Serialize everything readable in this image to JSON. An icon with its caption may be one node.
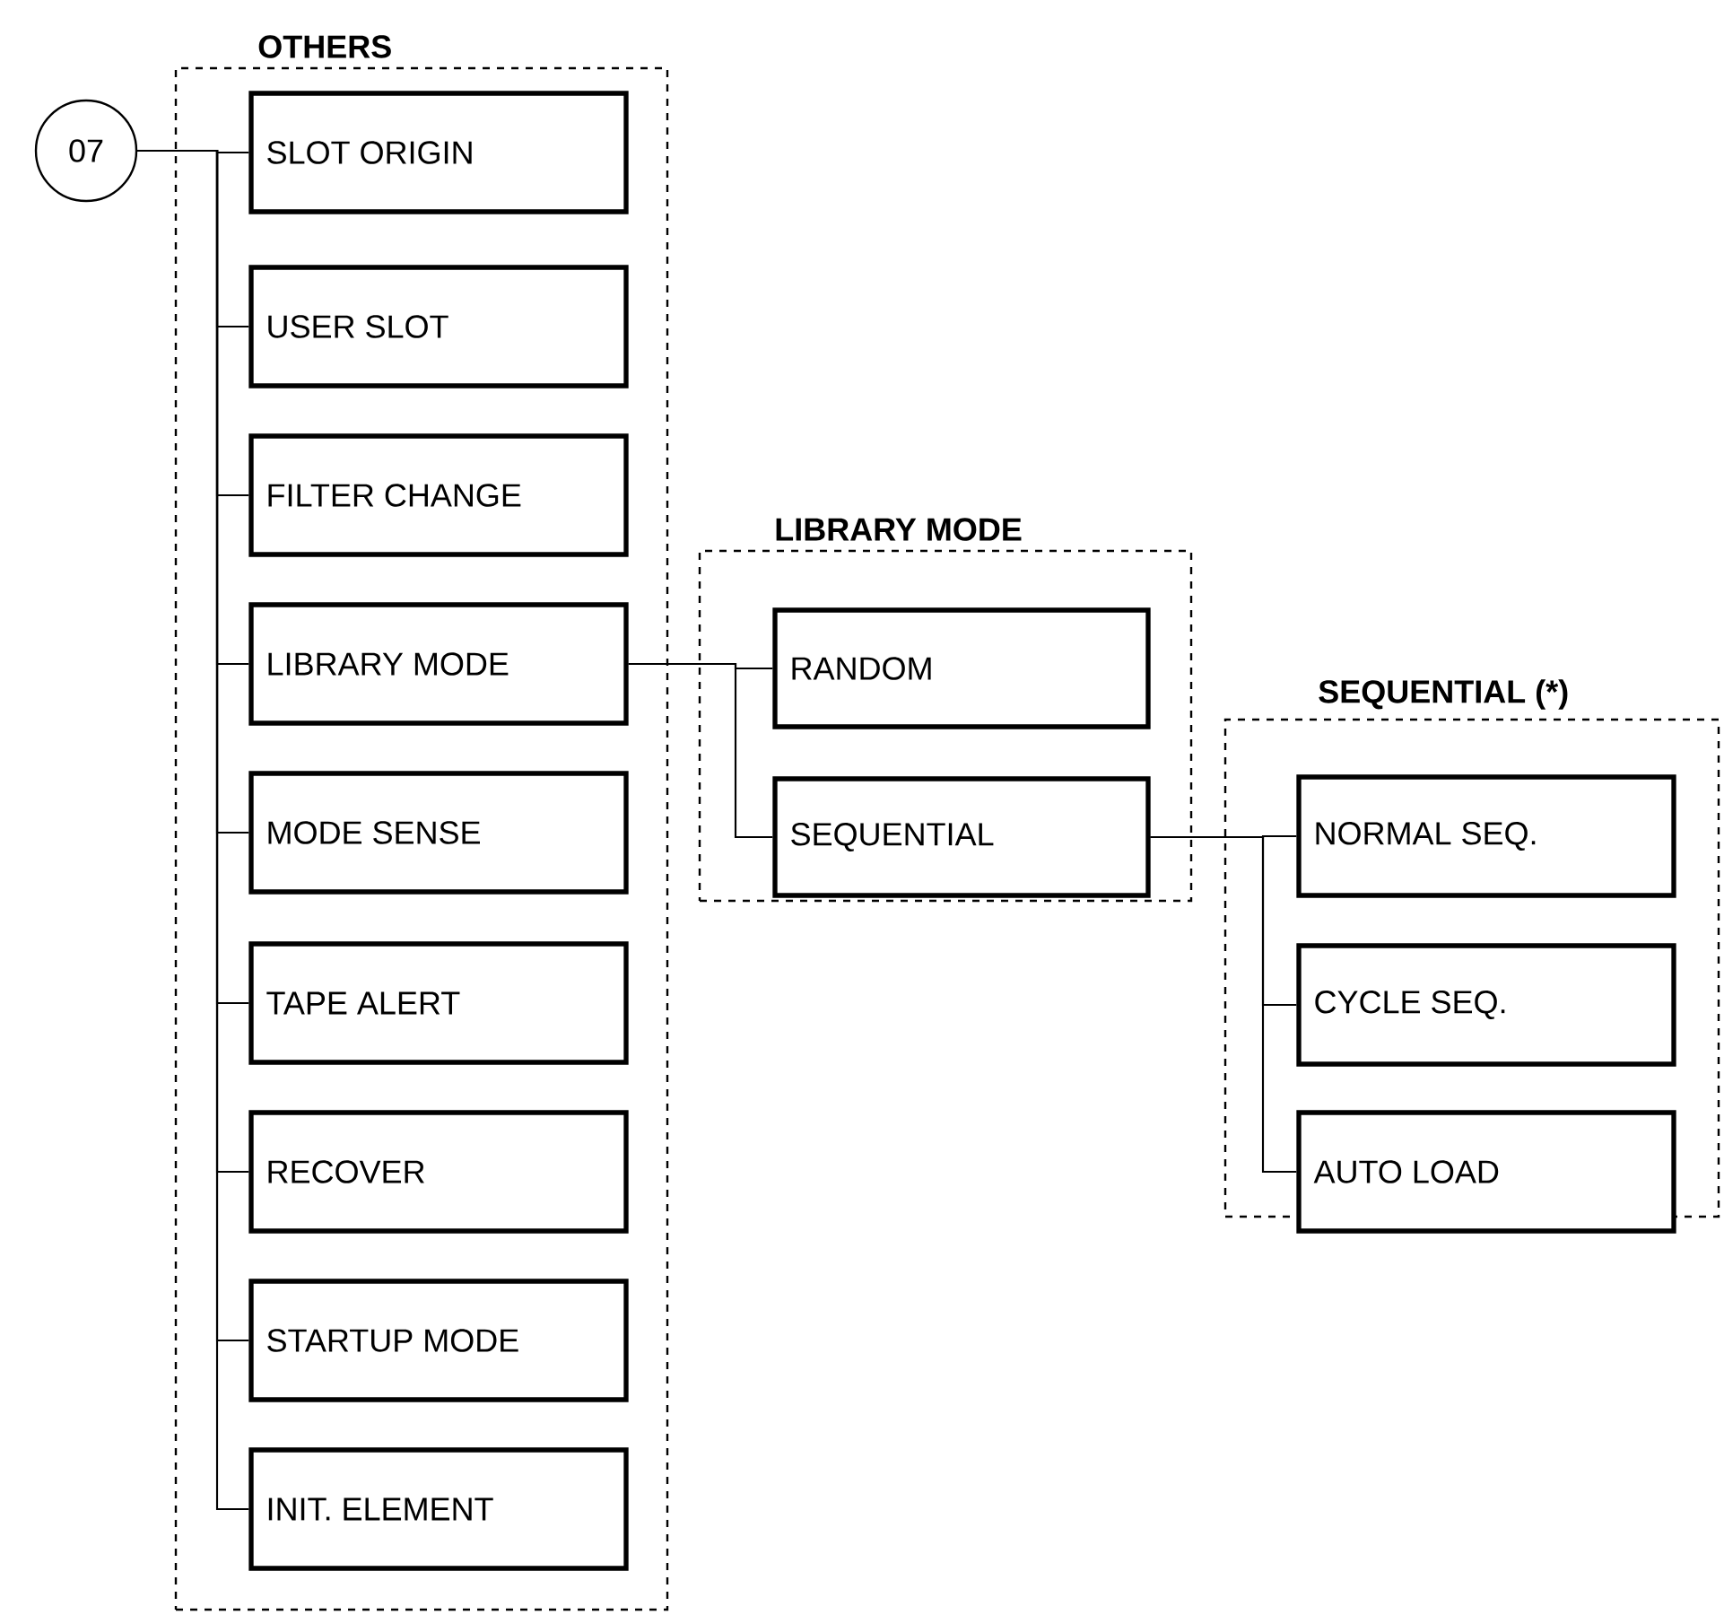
{
  "diagram": {
    "nodes": [
      {
        "text": [
          "07"
        ]
      },
      {
        "text": [
          "OTHERS"
        ]
      },
      {
        "text": [
          "SLOT ORIGIN"
        ],
        "in": 1
      },
      {
        "text": [
          "USER SLOT"
        ],
        "in": 1
      },
      {
        "text": [
          "FILTER CHANGE"
        ],
        "in": 1
      },
      {
        "text": [
          "LIBRARY MODE"
        ],
        "in": 1
      },
      {
        "text": [
          "MODE SENSE"
        ],
        "in": 1
      },
      {
        "text": [
          "TAPE ALERT"
        ],
        "in": 1
      },
      {
        "text": [
          "RECOVER"
        ],
        "in": 1
      },
      {
        "text": [
          "STARTUP MODE"
        ],
        "in": 1
      },
      {
        "text": [
          "INIT. ELEMENT"
        ],
        "in": 1
      },
      {
        "text": [
          "LIBRARY MODE"
        ]
      },
      {
        "text": [
          "RANDOM"
        ],
        "in": 11
      },
      {
        "text": [
          "SEQUENTIAL"
        ],
        "in": 11
      },
      {
        "text": [
          "SEQUENTIAL (*)"
        ]
      },
      {
        "text": [
          "NORMAL SEQ."
        ],
        "in": 14
      },
      {
        "text": [
          "CYCLE SEQ."
        ],
        "in": 14
      },
      {
        "text": [
          "AUTO LOAD"
        ],
        "in": 14
      }
    ],
    "edges": [
      {
        "from": 0,
        "to": 2,
        "arrow": "none"
      },
      {
        "from": 0,
        "to": 3,
        "arrow": "none"
      },
      {
        "from": 0,
        "to": 4,
        "arrow": "none"
      },
      {
        "from": 0,
        "to": 5,
        "arrow": "none"
      },
      {
        "from": 0,
        "to": 6,
        "arrow": "none"
      },
      {
        "from": 0,
        "to": 7,
        "arrow": "none"
      },
      {
        "from": 0,
        "to": 8,
        "arrow": "none"
      },
      {
        "from": 0,
        "to": 9,
        "arrow": "none"
      },
      {
        "from": 0,
        "to": 10,
        "arrow": "none"
      },
      {
        "from": 5,
        "to": 12,
        "arrow": "none"
      },
      {
        "from": 5,
        "to": 13,
        "arrow": "none"
      },
      {
        "from": 13,
        "to": 15,
        "arrow": "none"
      },
      {
        "from": 13,
        "to": 16,
        "arrow": "none"
      },
      {
        "from": 13,
        "to": 17,
        "arrow": "none"
      }
    ]
  }
}
